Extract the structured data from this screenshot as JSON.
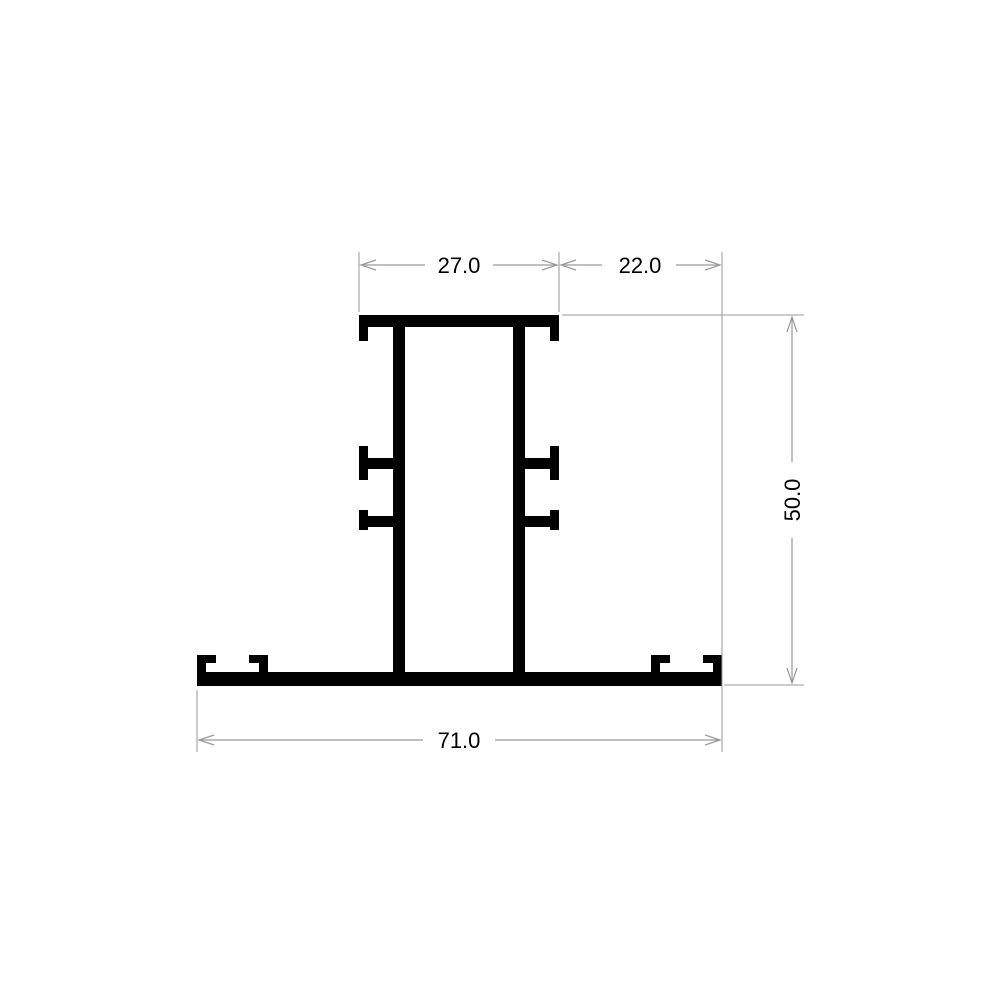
{
  "dimensions": {
    "top_left_width": "27.0",
    "top_right_offset": "22.0",
    "height": "50.0",
    "overall_width": "71.0"
  },
  "colors": {
    "profile": "#000000",
    "dimension_lines": "#9a9a9a",
    "background": "#ffffff"
  }
}
